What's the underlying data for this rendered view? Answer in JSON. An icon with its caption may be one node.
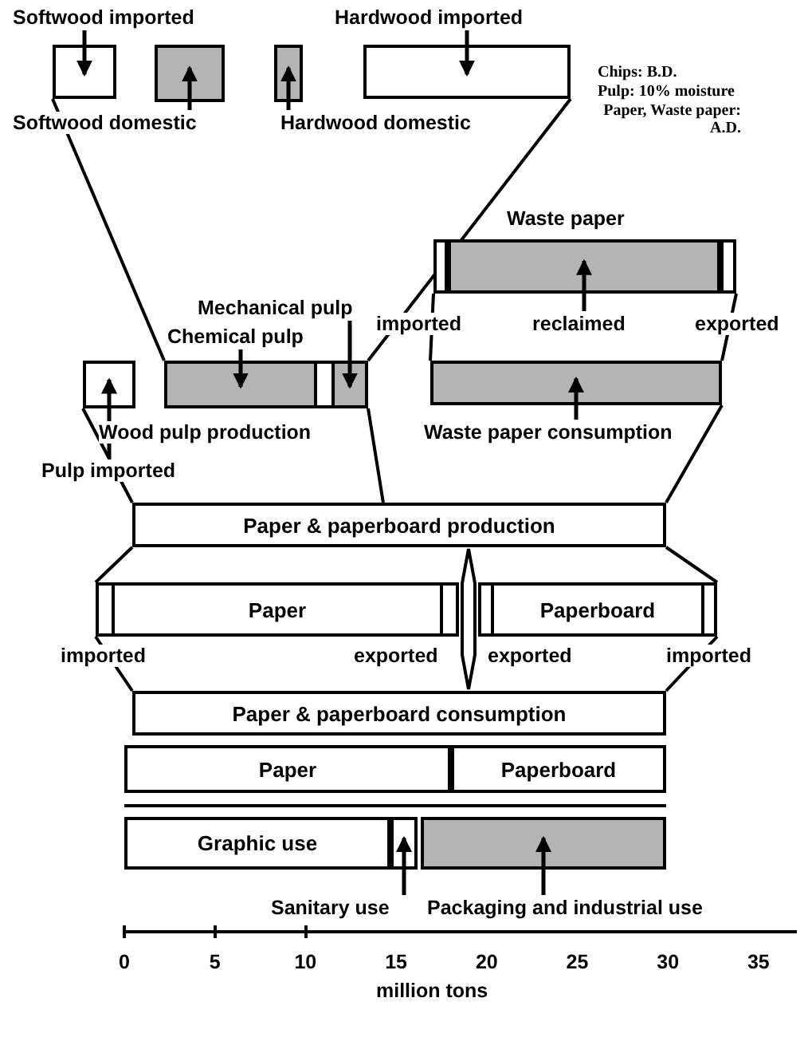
{
  "diagram": {
    "nodes": [
      {
        "text": [
          "Softwood imported"
        ]
      },
      {
        "text": [
          "Softwood domestic"
        ]
      },
      {
        "text": [
          "Hardwood domestic"
        ]
      },
      {
        "text": [
          "Hardwood imported"
        ]
      },
      {
        "text": [
          "Waste paper"
        ]
      },
      {
        "text": [
          "imported"
        ],
        "in": 4
      },
      {
        "text": [
          "reclaimed"
        ],
        "in": 4
      },
      {
        "text": [
          "exported"
        ],
        "in": 4
      },
      {
        "text": [
          "Pulp imported"
        ]
      },
      {
        "text": [
          "Wood pulp production"
        ]
      },
      {
        "text": [
          "Chemical pulp"
        ],
        "in": 9
      },
      {
        "text": [
          "Mechanical pulp"
        ],
        "in": 9
      },
      {
        "text": [
          "Waste paper consumption"
        ]
      },
      {
        "text": [
          "Paper & paperboard production"
        ]
      },
      {
        "text": [
          "Paper"
        ]
      },
      {
        "text": [
          "imported"
        ],
        "in": 14
      },
      {
        "text": [
          "exported"
        ],
        "in": 14
      },
      {
        "text": [
          "Paperboard"
        ]
      },
      {
        "text": [
          "exported"
        ],
        "in": 17
      },
      {
        "text": [
          "imported"
        ],
        "in": 17
      },
      {
        "text": [
          "Paper & paperboard consumption"
        ]
      },
      {
        "text": [
          "Paper"
        ]
      },
      {
        "text": [
          "Paperboard"
        ]
      },
      {
        "text": [
          "Graphic use"
        ]
      },
      {
        "text": [
          "Sanitary use"
        ]
      },
      {
        "text": [
          "Packaging and industrial use"
        ]
      },
      {
        "text": [],
        "shape": "diamond"
      }
    ],
    "edges": [
      {
        "from": 0,
        "to": 9,
        "arrow": "none"
      },
      {
        "from": 3,
        "to": 11,
        "arrow": "none"
      },
      {
        "from": 5,
        "to": 12,
        "arrow": "none"
      },
      {
        "from": 7,
        "to": 12,
        "arrow": "none"
      },
      {
        "from": 8,
        "to": 13,
        "arrow": "none"
      },
      {
        "from": 9,
        "to": 13,
        "arrow": "none"
      },
      {
        "from": 12,
        "to": 13,
        "arrow": "none"
      },
      {
        "from": 13,
        "to": 14,
        "arrow": "none"
      },
      {
        "from": 13,
        "to": 17,
        "arrow": "none"
      },
      {
        "from": 14,
        "to": 20,
        "arrow": "none"
      },
      {
        "from": 17,
        "to": 20,
        "arrow": "none"
      },
      {
        "from": null,
        "to": 0,
        "arrow": "to"
      },
      {
        "from": null,
        "to": 1,
        "arrow": "to"
      },
      {
        "from": null,
        "to": 2,
        "arrow": "to"
      },
      {
        "from": null,
        "to": 3,
        "arrow": "to"
      },
      {
        "from": null,
        "to": 6,
        "arrow": "to"
      },
      {
        "from": null,
        "to": 8,
        "arrow": "to"
      },
      {
        "from": null,
        "to": 10,
        "arrow": "to"
      },
      {
        "from": null,
        "to": 11,
        "arrow": "to"
      },
      {
        "from": null,
        "to": 12,
        "arrow": "to"
      },
      {
        "from": null,
        "to": 24,
        "arrow": "to"
      },
      {
        "from": null,
        "to": 25,
        "arrow": "to"
      }
    ],
    "labels": [
      "Chips: B.D.",
      "Pulp: 10% moisture",
      "Paper, Waste paper: A.D.",
      "0",
      "5",
      "10",
      "15",
      "20",
      "25",
      "30",
      "35",
      "million tons"
    ]
  }
}
